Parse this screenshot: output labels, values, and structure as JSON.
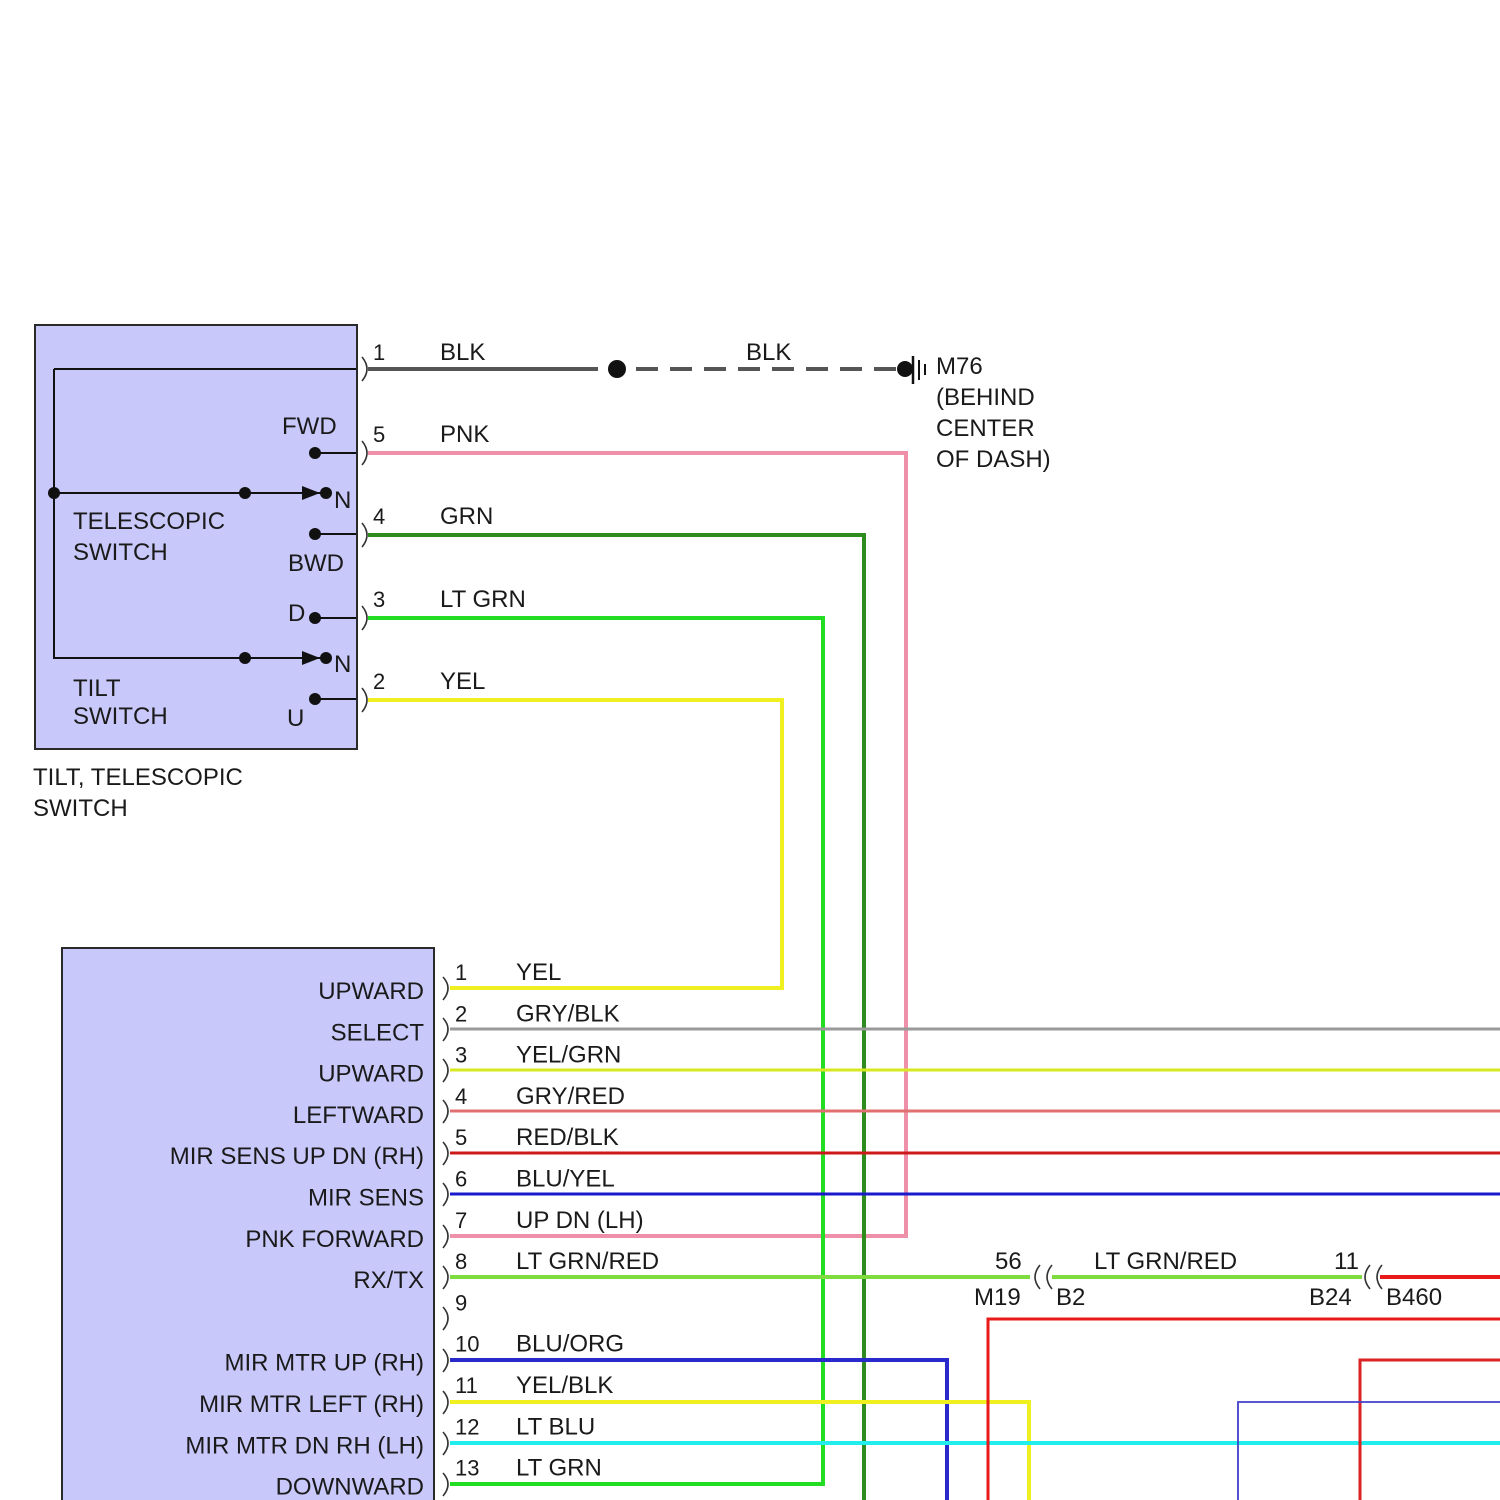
{
  "colors": {
    "box_fill": "#c8c8fa",
    "BLK": "#555555",
    "PNK": "#ee90a8",
    "GRN": "#2e8b1e",
    "LT_GRN": "#22dd22",
    "YEL": "#f0f020",
    "GRY_BLK": "#9a9a9a",
    "YEL_GRN": "#d8e820",
    "GRY_RED": "#e07070",
    "RED_BLK": "#cc1a1a",
    "BLU_YEL": "#1a1acc",
    "LT_GRN_RED": "#7fdc3f",
    "RED": "#e81a1a",
    "BLU_ORG": "#2a2acc",
    "YEL_BLK": "#f0f020",
    "LT_BLU": "#22eeee",
    "BLU_THIN": "#4040cc"
  },
  "upper_switch": {
    "component_label_line1": "TILT, TELESCOPIC",
    "component_label_line2": "SWITCH",
    "telescopic_label_line1": "TELESCOPIC",
    "telescopic_label_line2": "SWITCH",
    "tilt_label_line1": "TILT",
    "tilt_label_line2": "SWITCH",
    "positions": {
      "fwd": "FWD",
      "n1": "N",
      "bwd": "BWD",
      "d": "D",
      "n2": "N",
      "u": "U"
    },
    "pins": [
      {
        "num": "1",
        "wire": "BLK"
      },
      {
        "num": "5",
        "wire": "PNK"
      },
      {
        "num": "4",
        "wire": "GRN"
      },
      {
        "num": "3",
        "wire": "LT GRN"
      },
      {
        "num": "2",
        "wire": "YEL"
      }
    ]
  },
  "ground": {
    "wire_after_splice": "BLK",
    "label_line1": "M76",
    "label_line2": "(BEHIND",
    "label_line3": "CENTER",
    "label_line4": "OF DASH)"
  },
  "lower_module": {
    "functions": [
      "UPWARD",
      "SELECT",
      "UPWARD",
      "LEFTWARD",
      "MIR SENS UP DN (RH)",
      "MIR SENS",
      "PNK FORWARD",
      "RX/TX",
      "",
      "MIR MTR UP (RH)",
      "MIR MTR LEFT (RH)",
      "MIR MTR DN RH (LH)",
      "DOWNWARD"
    ],
    "pins": [
      {
        "num": "1",
        "wire": "YEL"
      },
      {
        "num": "2",
        "wire": "GRY/BLK"
      },
      {
        "num": "3",
        "wire": "YEL/GRN"
      },
      {
        "num": "4",
        "wire": "GRY/RED"
      },
      {
        "num": "5",
        "wire": "RED/BLK"
      },
      {
        "num": "6",
        "wire": "BLU/YEL"
      },
      {
        "num": "7",
        "wire": "UP DN (LH)"
      },
      {
        "num": "8",
        "wire": "LT GRN/RED"
      },
      {
        "num": "9",
        "wire": ""
      },
      {
        "num": "10",
        "wire": "BLU/ORG"
      },
      {
        "num": "11",
        "wire": "YEL/BLK"
      },
      {
        "num": "12",
        "wire": "LT BLU"
      },
      {
        "num": "13",
        "wire": "LT GRN"
      }
    ]
  },
  "connectors": {
    "c1_pin": "56",
    "c1_left": "M19",
    "c1_right": "B2",
    "c1_wire": "LT GRN/RED",
    "c2_pin": "11",
    "c2_left": "B24",
    "c2_right": "B460"
  }
}
